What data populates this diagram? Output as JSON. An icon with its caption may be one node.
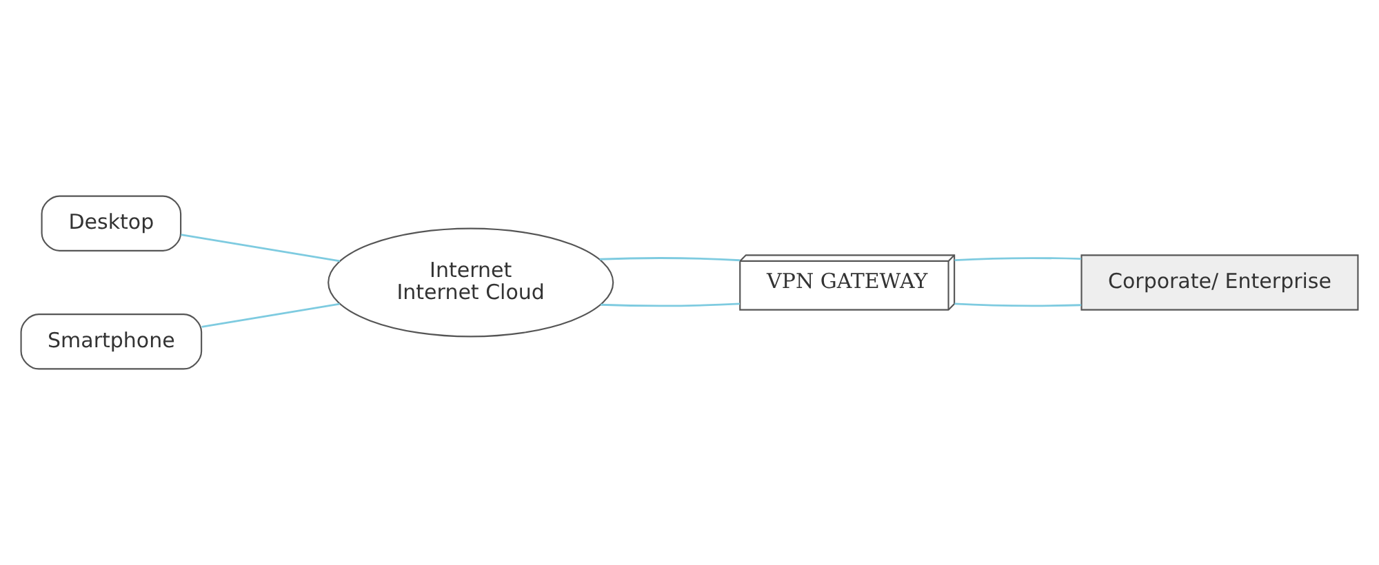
{
  "diagram": {
    "nodes": [
      {
        "text": [
          "Desktop"
        ]
      },
      {
        "text": [
          "Smartphone"
        ]
      },
      {
        "text": [
          "Internet",
          "Internet Cloud"
        ]
      },
      {
        "text": [
          "VPN GATEWAY"
        ]
      },
      {
        "text": [
          "Corporate/ Enterprise"
        ]
      }
    ],
    "edges": [
      {
        "from": 0,
        "to": 2,
        "arrow": "none"
      },
      {
        "from": 1,
        "to": 2,
        "arrow": "none"
      },
      {
        "from": 2,
        "to": 3,
        "arrow": "none"
      },
      {
        "from": 2,
        "to": 3,
        "arrow": "none"
      },
      {
        "from": 3,
        "to": 4,
        "arrow": "none"
      },
      {
        "from": 3,
        "to": 4,
        "arrow": "none"
      }
    ]
  }
}
